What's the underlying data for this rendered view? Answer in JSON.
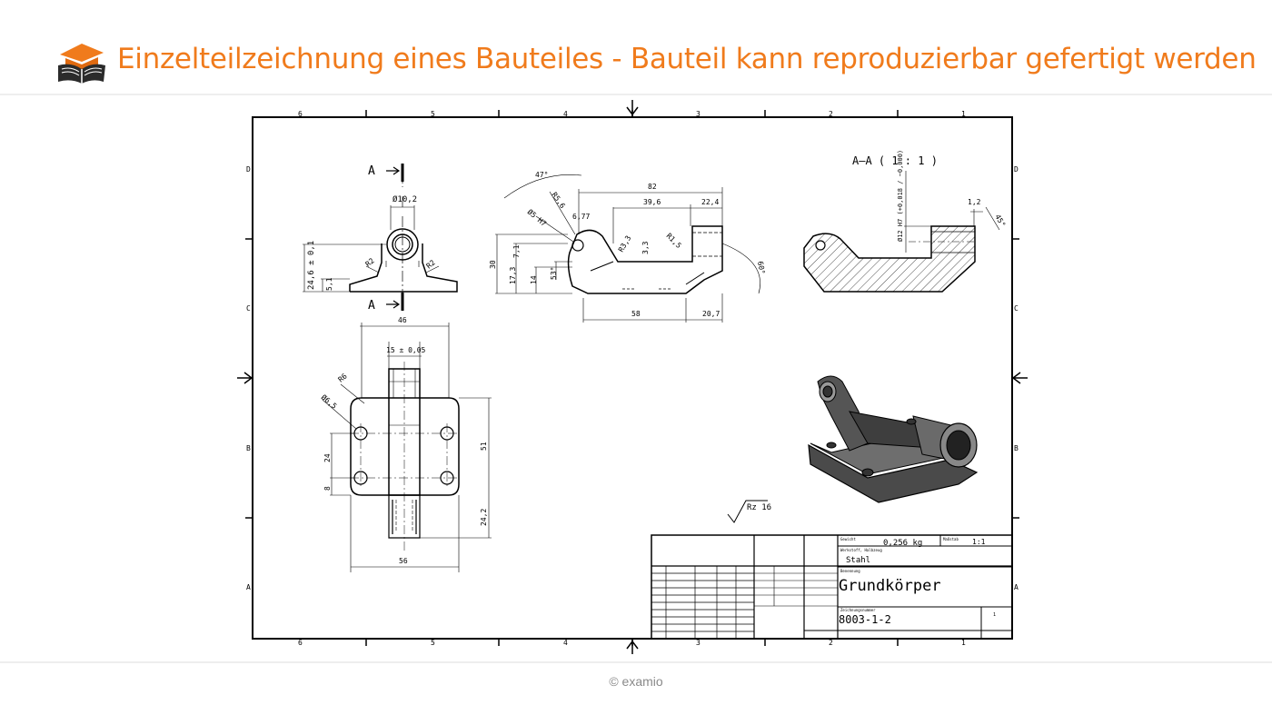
{
  "slide": {
    "title": "Einzelteilzeichnung eines Bauteiles - Bauteil kann reproduzierbar gefertigt werden",
    "footer": "© examio"
  },
  "colors": {
    "accent": "#f07b1c",
    "line": "#000000"
  },
  "icons": {
    "logo": "graduation-cap-book-icon"
  },
  "drawing": {
    "frame_columns": [
      "6",
      "5",
      "4",
      "3",
      "2",
      "1"
    ],
    "frame_rows": [
      "D",
      "C",
      "B",
      "A"
    ],
    "section_marks": {
      "upper": "A",
      "lower": "A"
    },
    "section_label": "A–A ( 1 : 1 )",
    "front_view": {
      "dims": [
        "Ø10,2",
        "24,6 ± 0,1",
        "5,1",
        "R2",
        "R2"
      ]
    },
    "side_view": {
      "dims": [
        "47°",
        "R5,6",
        "Ø5 H7",
        "6,77",
        "82",
        "39,6",
        "22,4",
        "R3,3",
        "3,3",
        "R1,5",
        "7,1",
        "30",
        "17,3",
        "14",
        "53°",
        "60°",
        "58",
        "20,7"
      ]
    },
    "top_view": {
      "dims": [
        "46",
        "15 ± 0,05",
        "R6",
        "Ø6,5",
        "24",
        "8",
        "51",
        "24,2",
        "56"
      ]
    },
    "section_view": {
      "dims": [
        "Ø12 H7 (+0,018 / −0,000)",
        "1,2",
        "45°"
      ]
    },
    "surface_finish": "Rz 16",
    "title_block": {
      "mass_label": "Gewicht",
      "mass": "0,256 kg",
      "scale_label": "Maßstab",
      "scale": "1:1",
      "material_label": "Werkstoff, Halbzeug",
      "material": "Stahl",
      "name_label": "Benennung",
      "name": "Grundkörper",
      "number_label": "Zeichnungsnummer",
      "number": "8003-1-2",
      "sheet": "1"
    }
  }
}
